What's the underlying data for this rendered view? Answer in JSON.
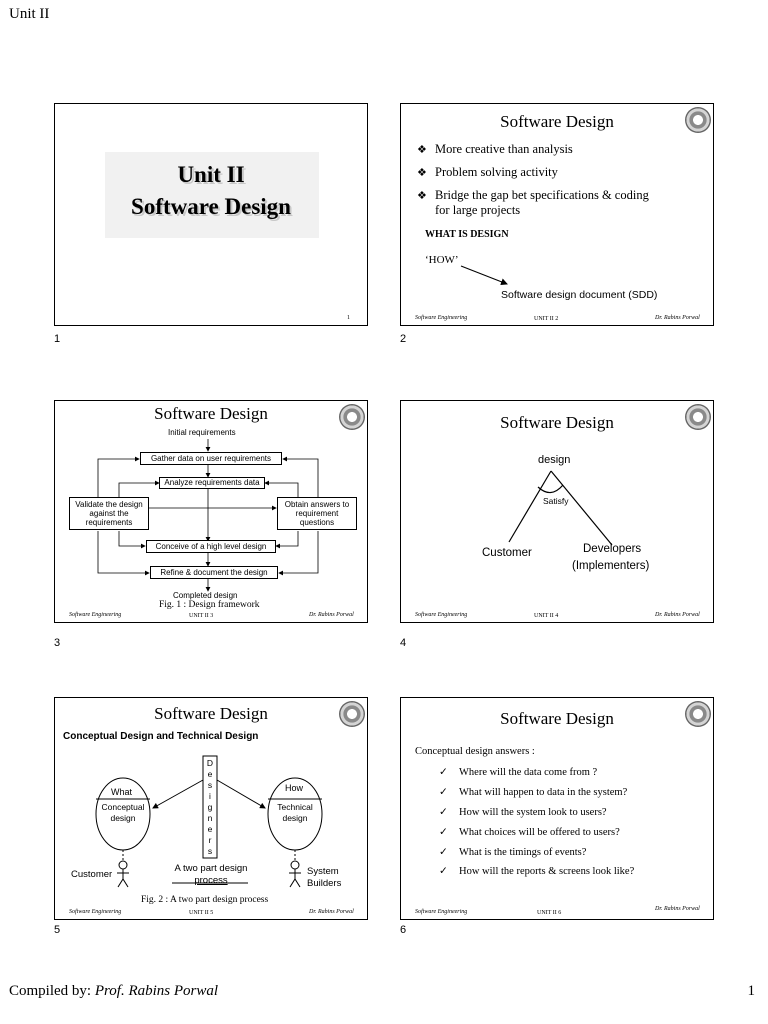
{
  "page": {
    "header": "Unit II",
    "footer_compiled_prefix": "Compiled by:",
    "footer_compiled_name": "Prof. Rabins Porwal",
    "page_number": "1"
  },
  "common": {
    "footer_left": "Software Engineering",
    "footer_right": "Dr. Rabins Porwal"
  },
  "slides": [
    {
      "number": "1",
      "title_line1": "Unit II",
      "title_line2": "Software Design",
      "inner_number": "1"
    },
    {
      "number": "2",
      "title": "Software Design",
      "bullets": [
        "More creative than analysis",
        "Problem solving activity",
        "Bridge the gap bet specifications & coding",
        "for large projects"
      ],
      "subheading": "WHAT IS DESIGN",
      "how": "‘HOW’",
      "sdd": "Software design document (SDD)",
      "footer_mid": "UNIT II  2"
    },
    {
      "number": "3",
      "title": "Software Design",
      "boxes": {
        "initial": "Initial requirements",
        "gather": "Gather data on user requirements",
        "analyze": "Analyze requirements data",
        "validate": [
          "Validate the design",
          "against the",
          "requirements"
        ],
        "obtain": [
          "Obtain answers to",
          "requirement",
          "questions"
        ],
        "conceive": "Conceive of a high level design",
        "refine": "Refine & document the design",
        "completed": "Completed design"
      },
      "caption": "Fig. 1 : Design framework",
      "footer_mid": "UNIT II  3"
    },
    {
      "number": "4",
      "title": "Software Design",
      "design": "design",
      "satisfy": "Satisfy",
      "customer": "Customer",
      "developers": "Developers",
      "implementers": "(Implementers)",
      "footer_mid": "UNIT II  4"
    },
    {
      "number": "5",
      "title": "Software Design",
      "subtitle": "Conceptual Design and Technical Design",
      "what": "What",
      "conceptual": [
        "Conceptual",
        "design"
      ],
      "how": "How",
      "technical": [
        "Technical",
        "design"
      ],
      "designers": [
        "D",
        "e",
        "s",
        "i",
        "g",
        "n",
        "e",
        "r",
        "s"
      ],
      "customer": "Customer",
      "two_part": [
        "A two part design",
        "process"
      ],
      "system": [
        "System",
        "Builders"
      ],
      "caption": "Fig. 2 : A two part design process",
      "footer_mid": "UNIT II  5"
    },
    {
      "number": "6",
      "title": "Software Design",
      "intro": "Conceptual design answers :",
      "questions": [
        "Where will the data come from ?",
        "What will happen to data in the system?",
        "How will the system look to users?",
        "What choices will be offered to users?",
        "What is the timings of events?",
        "How will the reports & screens look like?"
      ],
      "footer_mid": "UNIT II  6"
    }
  ]
}
